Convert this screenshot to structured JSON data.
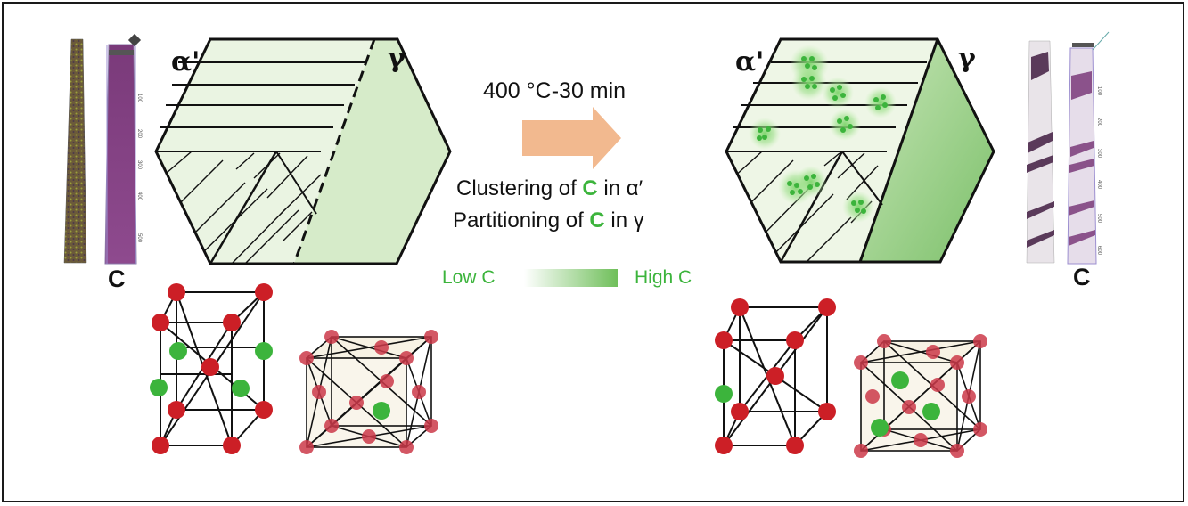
{
  "labels": {
    "alpha": "α'",
    "gamma": "γ"
  },
  "treatment": "400 °C-30 min",
  "caption": {
    "line1_pre": "Clustering of ",
    "line1_c": "C",
    "line1_post": " in α′",
    "line2_pre": "Partitioning of ",
    "line2_c": "C",
    "line2_post": " in γ"
  },
  "legend": {
    "low": "Low C",
    "high": "High C"
  },
  "apt": {
    "element": "C",
    "left_ticks": [
      "100",
      "200",
      "300",
      "400",
      "500"
    ],
    "right_ticks": [
      "100",
      "200",
      "300",
      "400",
      "500",
      "600"
    ]
  },
  "colors": {
    "fe_atom": "#cc1f26",
    "c_atom": "#3cb43c",
    "phase_fill": "#e8f3df",
    "gamma_fill": "#9fd08a",
    "arrow": "#f2b98f"
  }
}
